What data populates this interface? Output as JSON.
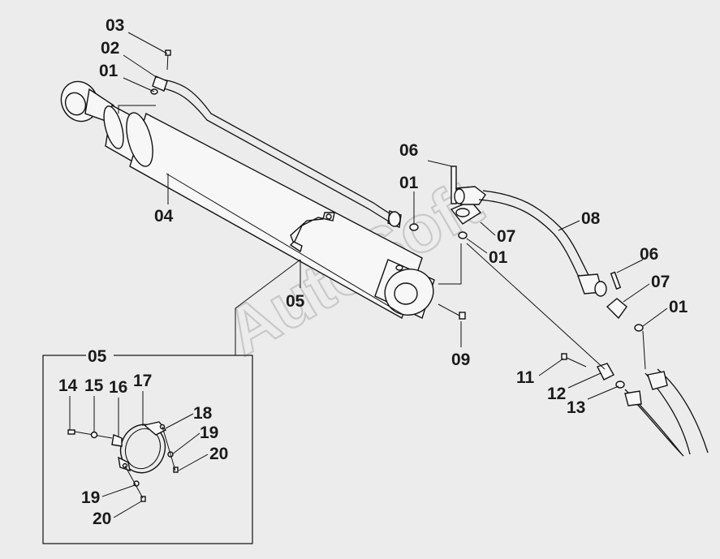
{
  "watermark": "AutoSoft",
  "callouts": {
    "c03": "03",
    "c02": "02",
    "c01a": "01",
    "c04": "04",
    "c06a": "06",
    "c01b": "01",
    "c07a": "07",
    "c01c": "01",
    "c08": "08",
    "c06b": "06",
    "c07b": "07",
    "c01d": "01",
    "c05a": "05",
    "c09": "09",
    "c11": "11",
    "c12": "12",
    "c13": "13"
  },
  "detail": {
    "title": "05",
    "callouts": {
      "c14": "14",
      "c15": "15",
      "c16": "16",
      "c17": "17",
      "c18": "18",
      "c19a": "19",
      "c20a": "20",
      "c19b": "19",
      "c20b": "20"
    }
  },
  "colors": {
    "background": "#ececec",
    "line": "#111111",
    "watermark": "#c9c9c9"
  }
}
